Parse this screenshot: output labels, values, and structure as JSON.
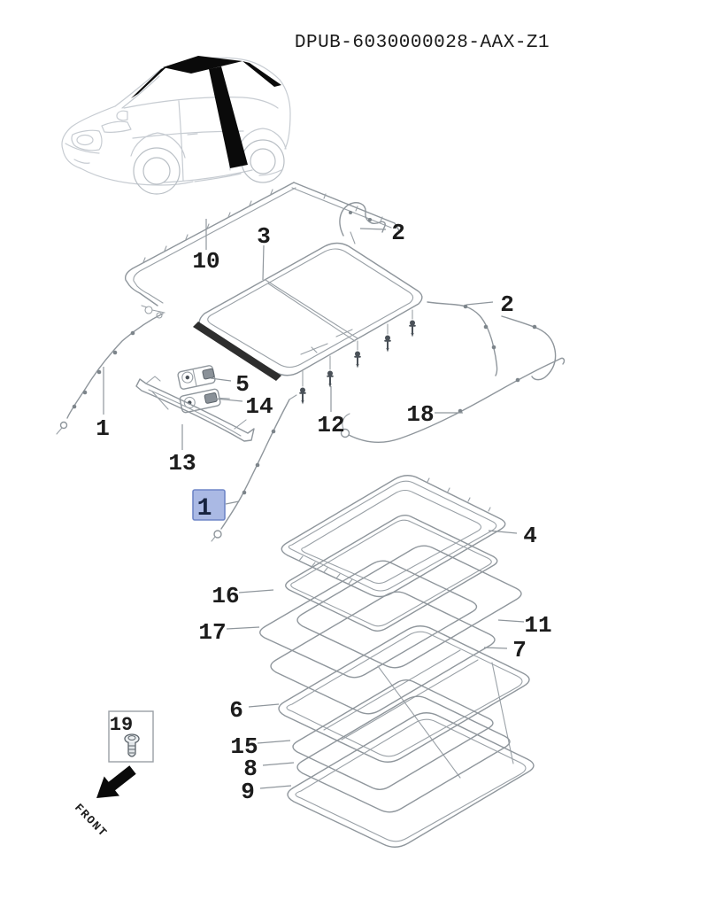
{
  "title": "DPUB-6030000028-AAX-Z1",
  "front_indicator_label": "FRONT",
  "selected_part": "1",
  "colors": {
    "highlight_fill": "#aab9e4",
    "highlight_border": "#6f86c7",
    "diagram_line": "#8f969c",
    "label_text": "#1c1c1c",
    "selected_text": "#16233f"
  },
  "icons": {
    "front_arrow_icon": "thick black arrow pointing lower-left",
    "screw_icon": "fastener bolt with domed head",
    "car_thumbnail": "SUV line drawing with blackened sunroof pointer"
  },
  "callouts": {
    "c10": "10",
    "c3": "3",
    "c2_upper": "2",
    "c2_lower": "2",
    "c1_left": "1",
    "c5": "5",
    "c14": "14",
    "c13": "13",
    "c12": "12",
    "c18": "18",
    "c4": "4",
    "c16": "16",
    "c17": "17",
    "c11": "11",
    "c7": "7",
    "c6": "6",
    "c15": "15",
    "c8": "8",
    "c9": "9",
    "c19": "19",
    "c1_selected": "1"
  }
}
